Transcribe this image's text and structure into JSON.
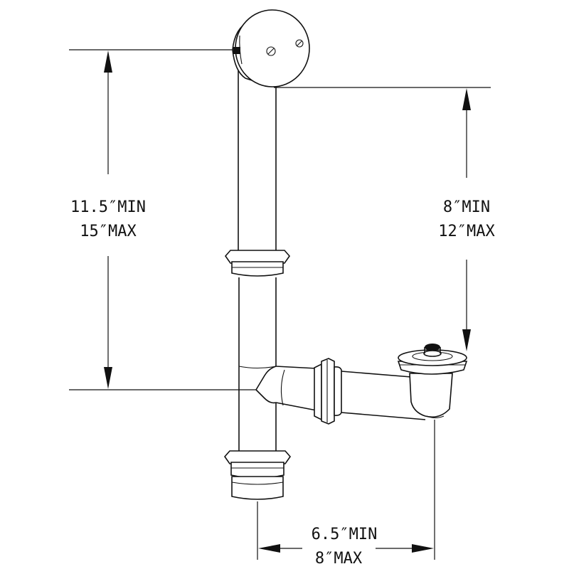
{
  "dimensions": {
    "left_vertical": {
      "line1": "11.5″MIN",
      "line2": "15″MAX"
    },
    "right_vertical": {
      "line1": "8″MIN",
      "line2": "12″MAX"
    },
    "bottom_horizontal": {
      "line1": "6.5″MIN",
      "line2": "8″MAX"
    }
  }
}
